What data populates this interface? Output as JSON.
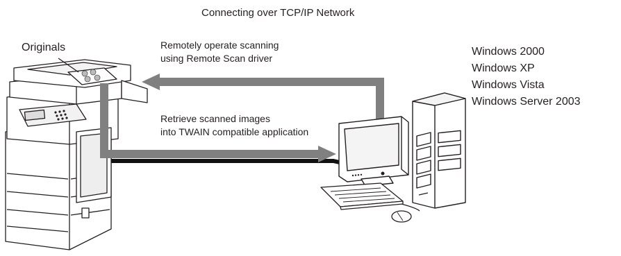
{
  "title": "Connecting over TCP/IP Network",
  "originals_label": "Originals",
  "remote_scan_label": [
    "Remotely operate scanning",
    "using Remote Scan driver"
  ],
  "retrieve_label": [
    "Retrieve scanned images",
    "into TWAIN compatible application"
  ],
  "os_list": [
    "Windows 2000",
    "Windows XP",
    "Windows Vista",
    "Windows Server 2003"
  ]
}
